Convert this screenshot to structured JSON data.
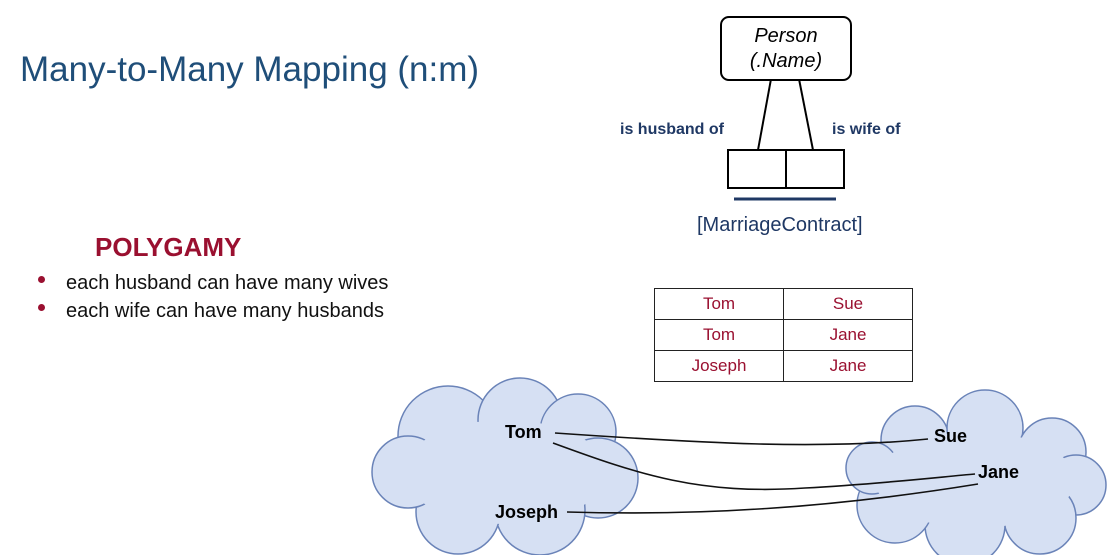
{
  "title": "Many-to-Many Mapping (n:m)",
  "polygamy": {
    "heading": "POLYGAMY",
    "bullets": [
      "each husband can have many wives",
      "each wife can have many husbands"
    ]
  },
  "entity": {
    "line1": "Person",
    "line2": "(.Name)"
  },
  "relationship": {
    "left_role": "is husband of",
    "right_role": "is wife of",
    "caption": "[MarriageContract]"
  },
  "table": {
    "rows": [
      [
        "Tom",
        "Sue"
      ],
      [
        "Tom",
        "Jane"
      ],
      [
        "Joseph",
        "Jane"
      ]
    ]
  },
  "husbands": [
    "Tom",
    "Joseph"
  ],
  "wives": [
    "Sue",
    "Jane"
  ],
  "colors": {
    "title": "#1f4e79",
    "accent": "#9a1030",
    "cloud_fill": "#d6e0f3",
    "cloud_stroke": "#6a83b8"
  }
}
